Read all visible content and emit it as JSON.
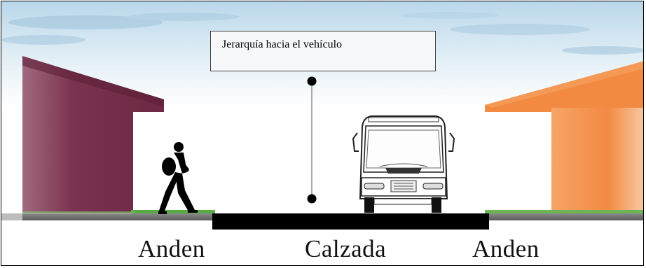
{
  "callout": {
    "text": "Jerarquía hacia el vehículo"
  },
  "labels": {
    "left": "Anden",
    "center": "Calzada",
    "right": "Anden"
  },
  "colors": {
    "left_house": "#7a3350",
    "right_house": "#f28a42",
    "road": "#000000",
    "grass": "#5aa843",
    "sky": "#c8e0ee"
  },
  "icons": {
    "pedestrian": "walking-person-icon",
    "vehicle": "bus-icon"
  }
}
